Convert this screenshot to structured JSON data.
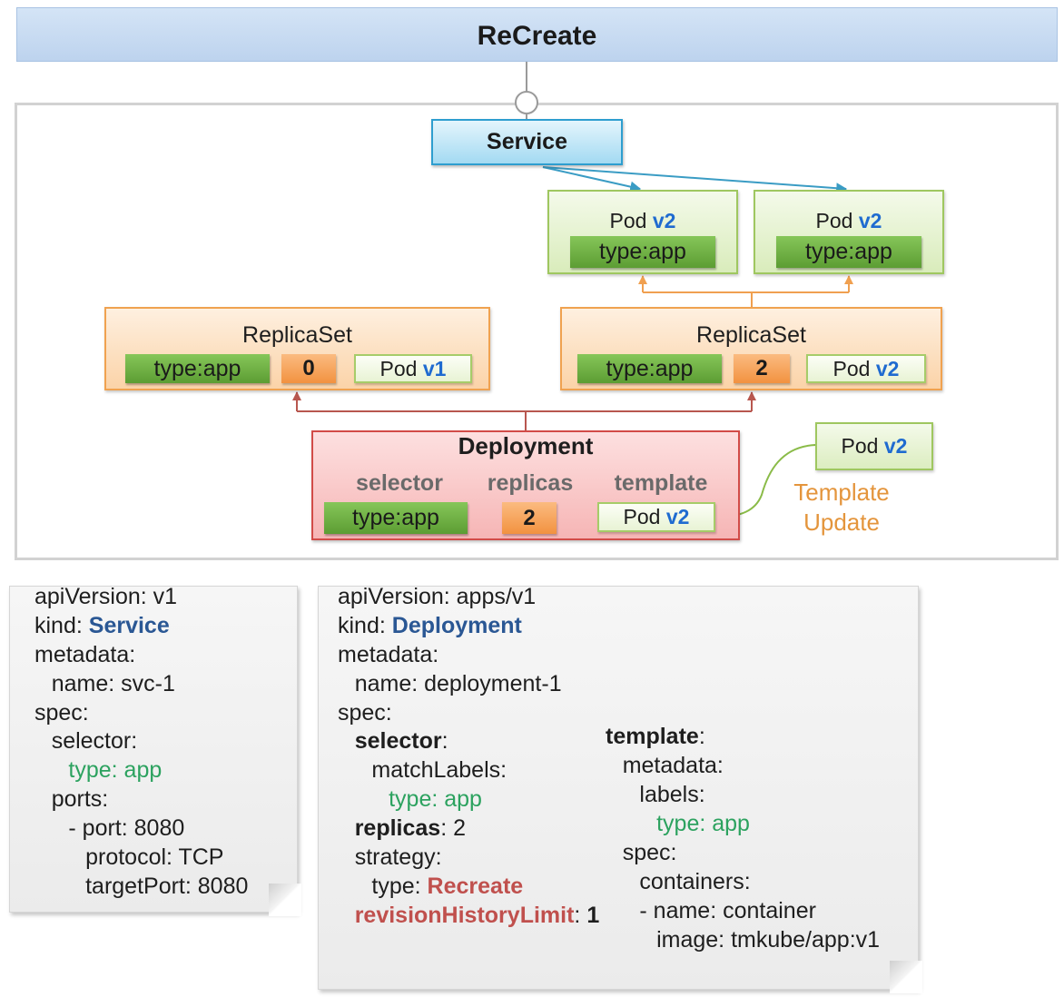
{
  "title": "ReCreate",
  "colors": {
    "kind_value": "#2a5794",
    "label_value": "#2ca25f",
    "strategy_value": "#c0504d",
    "version": "#1f6bd0",
    "update_note": "#e4953c"
  },
  "diagram": {
    "service": {
      "label": "Service"
    },
    "pods": [
      {
        "name": "Pod",
        "version": "v2",
        "label": "type:app"
      },
      {
        "name": "Pod",
        "version": "v2",
        "label": "type:app"
      }
    ],
    "replicasets": [
      {
        "title": "ReplicaSet",
        "selector": "type:app",
        "replicas": "0",
        "pod_name": "Pod",
        "pod_version": "v1"
      },
      {
        "title": "ReplicaSet",
        "selector": "type:app",
        "replicas": "2",
        "pod_name": "Pod",
        "pod_version": "v2"
      }
    ],
    "deployment": {
      "title": "Deployment",
      "selector_header": "selector",
      "replicas_header": "replicas",
      "template_header": "template",
      "selector": "type:app",
      "replicas": "2",
      "pod_name": "Pod",
      "pod_version": "v2"
    },
    "new_template": {
      "name": "Pod",
      "version": "v2"
    },
    "update_note": {
      "line1": "Template",
      "line2": "Update"
    }
  },
  "service_yaml": {
    "api_version": "apiVersion: v1",
    "kind_key": "kind:",
    "kind_value": "Service",
    "metadata": "metadata:",
    "name": "name: svc-1",
    "spec": "spec:",
    "selector": "selector:",
    "selector_label": "type: app",
    "ports": "ports:",
    "port": "- port: 8080",
    "protocol": "protocol: TCP",
    "target_port": "targetPort: 8080"
  },
  "deployment_yaml": {
    "api_version": "apiVersion: apps/v1",
    "kind_key": "kind:",
    "kind_value": "Deployment",
    "metadata": "metadata:",
    "name": "name: deployment-1",
    "spec": "spec:",
    "selector_key": "selector",
    "selector_colon": ":",
    "match_labels": "matchLabels:",
    "match_label": "type: app",
    "replicas_key": "replicas",
    "replicas_rest": ": 2",
    "strategy": "strategy:",
    "strategy_type_key": "type:",
    "strategy_type_value": "Recreate",
    "revision_key": "revisionHistoryLimit",
    "revision_colon": ":",
    "revision_value": "1",
    "template_key": "template",
    "template_colon": ":",
    "template_metadata": "metadata:",
    "template_labels": "labels:",
    "template_label": "type: app",
    "template_spec": "spec:",
    "containers": "containers:",
    "container_name": "- name: container",
    "container_image": "image: tmkube/app:v1"
  }
}
